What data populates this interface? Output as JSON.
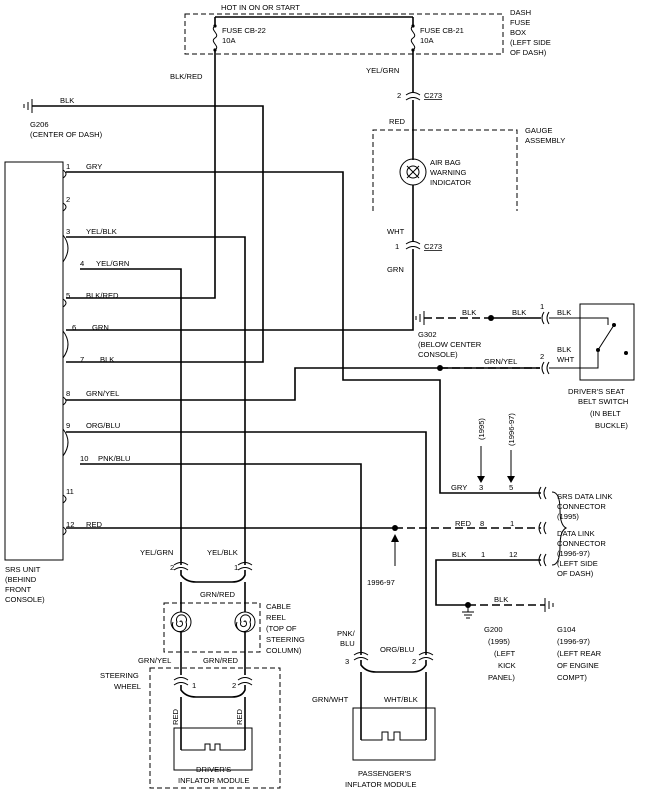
{
  "power": {
    "hot_label": "HOT IN ON OR START"
  },
  "fuse_box": {
    "label_lines": [
      "DASH",
      "FUSE",
      "BOX",
      "(LEFT SIDE",
      "OF DASH)"
    ],
    "fuse1_name": "FUSE CB-22",
    "fuse1_amp": "10A",
    "fuse2_name": "FUSE CB-21",
    "fuse2_amp": "10A"
  },
  "wires": {
    "blk_red_top": "BLK/RED",
    "yel_grn_top": "YEL/GRN",
    "blk_g206": "BLK",
    "red_gauge": "RED",
    "wht": "WHT",
    "grn": "GRN",
    "blk_g302": "BLK",
    "blk_switch": "BLK",
    "grn_yel_switch": "GRN/YEL",
    "grn_dlc": "GRY",
    "red_dlc": "RED",
    "blk_dlc": "BLK",
    "blk_g200": "BLK",
    "yel_grn_low": "YEL/GRN",
    "yel_blk_low": "YEL/BLK",
    "grn_red_mid": "GRN/RED",
    "grn_yel_mid": "GRN/YEL",
    "grn_red_mid2": "GRN/RED",
    "red_drv1": "RED",
    "red_drv2": "RED",
    "pnk_blu_1": "PNK/",
    "pnk_blu_2": "BLU",
    "org_blu": "ORG/BLU",
    "grn_wht": "GRN/WHT",
    "wht_blk": "WHT/BLK"
  },
  "connectors": {
    "c273_top_pin": "2",
    "c273_top_name": "C273",
    "c273_bot_pin": "1",
    "c273_bot_name": "C273",
    "switch_pin1": "1",
    "switch_pin2": "2",
    "dlc_pin3": "3",
    "dlc_pin5": "5",
    "dlc_pin8": "8",
    "dlc_pin1": "1",
    "dlc_pin1b": "1",
    "dlc_pin12": "12",
    "cable_pin2": "2",
    "cable_pin1": "1",
    "drv_pin1": "1",
    "drv_pin2": "2",
    "pass_pin3": "3",
    "pass_pin2": "2"
  },
  "grounds": {
    "g206_name": "G206",
    "g206_loc": "(CENTER OF DASH)",
    "g302_name": "G302",
    "g302_loc1": "(BELOW CENTER",
    "g302_loc2": "CONSOLE)",
    "g200_lines": [
      "G200",
      "(1995)",
      "(LEFT",
      "KICK",
      "PANEL)"
    ],
    "g104_lines": [
      "G104",
      "(1996-97)",
      "(LEFT REAR",
      "OF ENGINE",
      "COMPT)"
    ]
  },
  "gauge": {
    "label_lines": [
      "GAUGE",
      "ASSEMBLY"
    ],
    "indicator_lines": [
      "AIR BAG",
      "WARNING",
      "INDICATOR"
    ]
  },
  "srs_unit": {
    "label_lines": [
      "SRS UNIT",
      "(BEHIND",
      "FRONT",
      "CONSOLE)"
    ],
    "pins": [
      {
        "num": "1",
        "wire": "GRY"
      },
      {
        "num": "2",
        "wire": ""
      },
      {
        "num": "3",
        "wire": "YEL/BLK"
      },
      {
        "num": "4",
        "wire": "YEL/GRN"
      },
      {
        "num": "5",
        "wire": "BLK/RED"
      },
      {
        "num": "6",
        "wire": "GRN"
      },
      {
        "num": "7",
        "wire": "BLK"
      },
      {
        "num": "8",
        "wire": "GRN/YEL"
      },
      {
        "num": "9",
        "wire": "ORG/BLU"
      },
      {
        "num": "10",
        "wire": "PNK/BLU"
      },
      {
        "num": "11",
        "wire": ""
      },
      {
        "num": "12",
        "wire": "RED"
      }
    ]
  },
  "seat_switch": {
    "label_lines": [
      "DRIVER'S SEAT",
      "BELT SWITCH",
      "(IN BELT",
      "BUCKLE)"
    ]
  },
  "dlc": {
    "year_1995": "(1995)",
    "year_9697": "(1996-97)",
    "label_lines": [
      "SRS DATA LINK",
      "CONNECTOR",
      "(1995)",
      "DATA LINK",
      "CONNECTOR",
      "(1996-97)",
      "(LEFT SIDE",
      "OF DASH)"
    ],
    "splice_year": "1996-97"
  },
  "cable_reel": {
    "label_lines": [
      "CABLE",
      "REEL",
      "(TOP OF",
      "STEERING",
      "COLUMN)"
    ]
  },
  "steering": {
    "label_lines": [
      "STEERING",
      "WHEEL"
    ]
  },
  "driver_module": {
    "label_lines": [
      "DRIVER'S",
      "INFLATOR MODULE"
    ]
  },
  "passenger_module": {
    "label_lines": [
      "PASSENGER'S",
      "INFLATOR MODULE"
    ]
  }
}
